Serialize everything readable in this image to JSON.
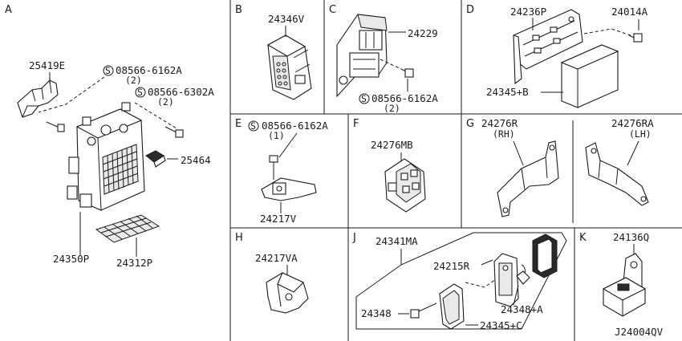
{
  "sections": {
    "A": {
      "letter": "A",
      "labels": {
        "clip": "25419E",
        "bolt1": "08566-6162A",
        "bolt1_qty": "(2)",
        "bolt2": "08566-6302A",
        "bolt2_qty": "(2)",
        "fuse": "25464",
        "box": "24350P",
        "cover": "24312P"
      }
    },
    "B": {
      "letter": "B",
      "labels": {
        "part": "24346V"
      }
    },
    "C": {
      "letter": "C",
      "labels": {
        "part": "24229",
        "bolt": "08566-6162A",
        "bolt_qty": "(2)"
      }
    },
    "D": {
      "letter": "D",
      "labels": {
        "bracket": "24236P",
        "bolt": "24014A",
        "module": "24345+B"
      }
    },
    "E": {
      "letter": "E",
      "labels": {
        "bolt": "08566-6162A",
        "bolt_qty": "(1)",
        "part": "24217V"
      }
    },
    "F": {
      "letter": "F",
      "labels": {
        "part": "24276MB"
      }
    },
    "G": {
      "letter": "G",
      "labels": {
        "rh": "24276R",
        "rh_side": "(RH)",
        "lh": "24276RA",
        "lh_side": "(LH)"
      }
    },
    "H": {
      "letter": "H",
      "labels": {
        "part": "24217VA"
      }
    },
    "J": {
      "letter": "J",
      "labels": {
        "assy": "24341MA",
        "holder": "24215R",
        "bolt": "24348",
        "clip": "24348+A",
        "connector": "24345+C"
      }
    },
    "K": {
      "letter": "K",
      "labels": {
        "part": "24136Q"
      }
    }
  },
  "screw_symbol": "S",
  "diagram_code": "J24004QV"
}
